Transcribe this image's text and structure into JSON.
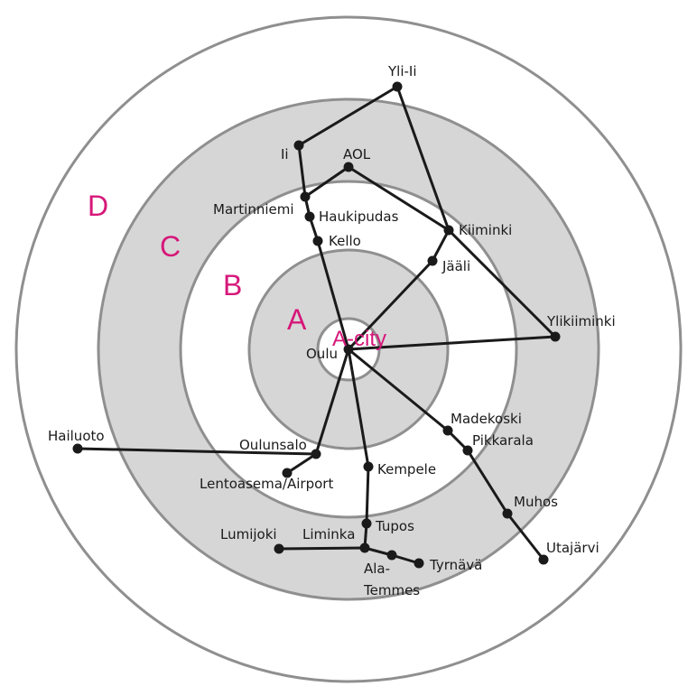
{
  "colors": {
    "zone_fill": "#d6d6d6",
    "zone_stroke": "#8f8f8f",
    "line": "#1a1a1a",
    "accent": "#d6177a"
  },
  "zones": [
    {
      "id": "a-city",
      "label": "A-city"
    },
    {
      "id": "a",
      "label": "A"
    },
    {
      "id": "b",
      "label": "B"
    },
    {
      "id": "c",
      "label": "C"
    },
    {
      "id": "d",
      "label": "D"
    }
  ],
  "stops": {
    "oulu": "Oulu",
    "yli_ii": "Yli-Ii",
    "ii": "Ii",
    "aol": "AOL",
    "martinniemi": "Martinniemi",
    "haukipudas": "Haukipudas",
    "kello": "Kello",
    "kiiminki": "Kiiminki",
    "jaali": "Jääli",
    "ylikiiminki": "Ylikiiminki",
    "hailuoto": "Hailuoto",
    "oulunsalo": "Oulunsalo",
    "lentoasema": "Lentoasema/Airport",
    "kempele": "Kempele",
    "madekoski": "Madekoski",
    "pikkarala": "Pikkarala",
    "muhos": "Muhos",
    "utajarvi": "Utajärvi",
    "tupos": "Tupos",
    "lumijoki": "Lumijoki",
    "liminka": "Liminka",
    "ala_temmes_1": "Ala-",
    "ala_temmes_2": "Temmes",
    "tyrnava": "Tyrnävä"
  }
}
